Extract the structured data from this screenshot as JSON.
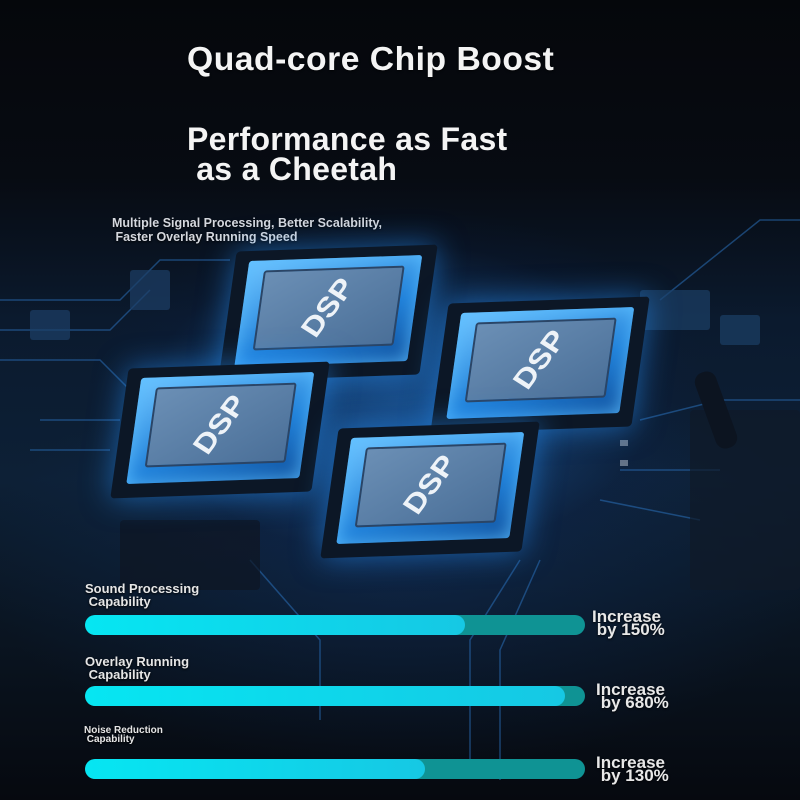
{
  "header": {
    "title": "Quad-core Chip Boost",
    "subtitle": "Performance as Fast\n as a Cheetah",
    "description": "Multiple Signal Processing, Better Scalability,\n Faster Overlay Running Speed"
  },
  "chips": [
    {
      "label": "DSP"
    },
    {
      "label": "DSP"
    },
    {
      "label": "DSP"
    },
    {
      "label": "DSP"
    }
  ],
  "metrics": [
    {
      "label": "Sound Processing\n Capability",
      "fill_percent": 76,
      "increase": "Increase\n by 150%"
    },
    {
      "label": "Overlay Running\n Capability",
      "fill_percent": 96,
      "increase": "Increase\n by 680%"
    },
    {
      "label": "Noise Reduction\n Capability",
      "fill_percent": 68,
      "increase": "Increase\n by 130%"
    }
  ],
  "colors": {
    "bar_fill": "#06e6f2",
    "bar_track": "#0f9394",
    "chip_glow": "#2f8fe8",
    "background": "#06080d"
  }
}
